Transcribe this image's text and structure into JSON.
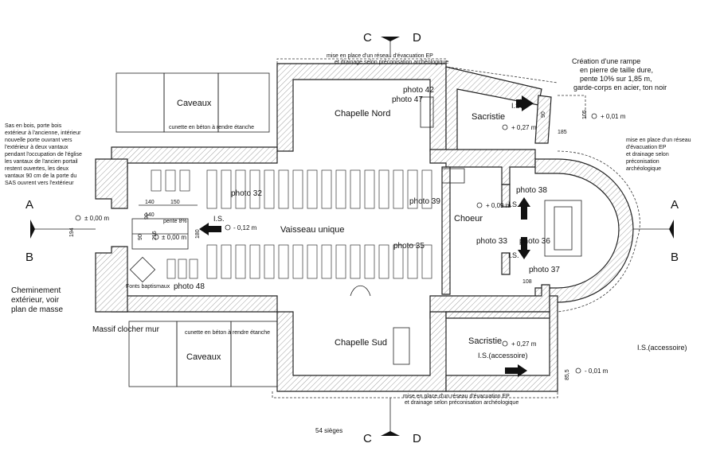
{
  "section_marks": {
    "c_top": "C",
    "d_top": "D",
    "c_bottom": "C",
    "d_bottom": "D",
    "a_left": "A",
    "b_left": "B",
    "a_right": "A",
    "b_right": "B"
  },
  "rooms": {
    "caveaux_north": "Caveaux",
    "caveaux_south": "Caveaux",
    "chapelle_nord": "Chapelle Nord",
    "chapelle_sud": "Chapelle Sud",
    "sacristie_north": "Sacristie",
    "sacristie_south": "Sacristie",
    "vaisseau": "Vaisseau unique",
    "choeur": "Choeur",
    "fonts": "Fonts baptismaux",
    "clocher": "Massif clocher mur"
  },
  "photos": {
    "p42": "photo 42",
    "p47": "photo 47",
    "p32": "photo 32",
    "p39": "photo 39",
    "p38": "photo 38",
    "p35": "photo 35",
    "p33": "photo 33",
    "p36": "photo 36",
    "p37": "photo 37",
    "p48": "photo 48"
  },
  "levels": {
    "north_sacristie": "+ 0,27 m",
    "north_ramp": "+ 0,01 m",
    "choeur": "+ 0,09 m",
    "entry_left": "± 0,00 m",
    "sas": "± 0,00 m",
    "nave": "- 0,12 m",
    "south_sacristie": "+ 0,27 m",
    "south_exit": "- 0,01 m"
  },
  "dimensions": {
    "d140a": "140",
    "d150": "150",
    "d140b": "140",
    "d90a": "90",
    "d90b": "90",
    "d216": "216",
    "d180": "180",
    "d194": "194",
    "d90c": "90",
    "d185": "185",
    "d105": "105",
    "d108": "108",
    "d855": "85,5"
  },
  "annotations": {
    "ep_top_1": "mise en place d'un réseau d'évacuation EP",
    "ep_top_2": "et drainage selon préconisation archéologique",
    "ramp_1": "Création d'une rampe",
    "ramp_2": "en pierre de taille dure,",
    "ramp_3": "pente 10% sur 1,85 m,",
    "ramp_4": "garde-corps en acier, ton noir",
    "ep_right_1": "mise en place d'un réseau",
    "ep_right_2": "d'évacuation EP",
    "ep_right_3": "et drainage selon",
    "ep_right_4": "préconisation",
    "ep_right_5": "archéologique",
    "cunette_north": "cunette en béton à rendre étanche",
    "cunette_south": "cunette en béton à rendre étanche",
    "sas_1": "Sas en bois, porte bois",
    "sas_2": "extérieur à l'ancienne, intérieur",
    "sas_3": "nouvelle porte ouvrant vers",
    "sas_4": "l'extérieur à deux vantaux",
    "sas_5": "pendant l'occupation de l'église",
    "sas_6": "les vantaux de l'ancien portail",
    "sas_7": "restent ouvertes, les deux",
    "sas_8": "vantaux 90 cm de la porte du",
    "sas_9": "SAS ouvrent vers l'extérieur",
    "chem_1": "Cheminement",
    "chem_2": "extérieur, voir",
    "chem_3": "plan de masse",
    "pente": "pente 8%",
    "ep_bottom_1": "mise en place d'un réseau d'évacuation EP",
    "ep_bottom_2": "et drainage selon préconisation archéologique",
    "seats": "54 sièges",
    "is_legend": "I.S.(accessoire)"
  },
  "is_marks": {
    "is_north": "I.S.",
    "is_entry": "I.S.",
    "is_choeur": "I.S.",
    "is_choeur2": "I.S.",
    "is_south": "I.S.(accessoire)"
  }
}
